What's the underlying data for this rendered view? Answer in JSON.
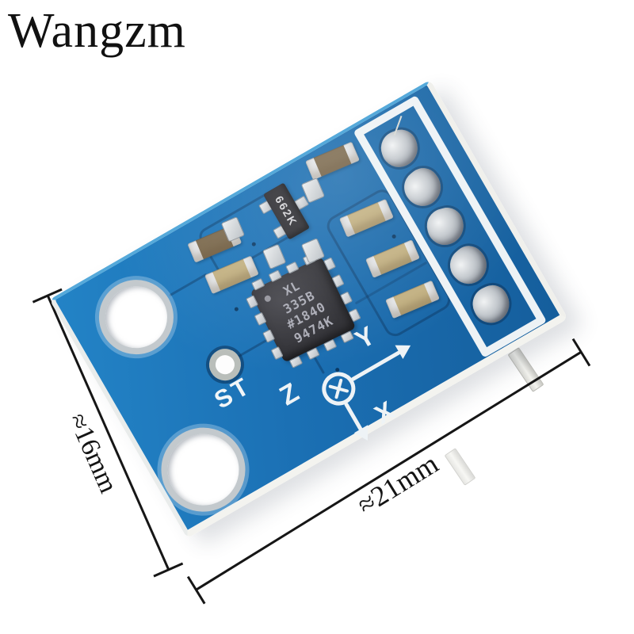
{
  "brand": "Wangzm",
  "board": {
    "silkscreen": {
      "st_label": "ST",
      "axis": {
        "z": "Z",
        "y": "Y",
        "x": "X"
      }
    },
    "chip": {
      "lines": [
        "XL",
        "335B",
        "#1840",
        "9474K"
      ]
    },
    "regulator": {
      "label": "662K"
    },
    "header_pad_count": 5,
    "colors": {
      "pcb_blue": "#1b70b4",
      "pcb_edge_light": "#55a9da",
      "silkscreen_white": "#eef3f6",
      "chip_body": "#333338",
      "capacitor_tan": "#c2b081",
      "capacitor_brown": "#7c6a4e",
      "solder_silver": "#c6cbd0"
    }
  },
  "dimensions": {
    "width_label": "≈21mm",
    "height_label": "≈16mm"
  }
}
